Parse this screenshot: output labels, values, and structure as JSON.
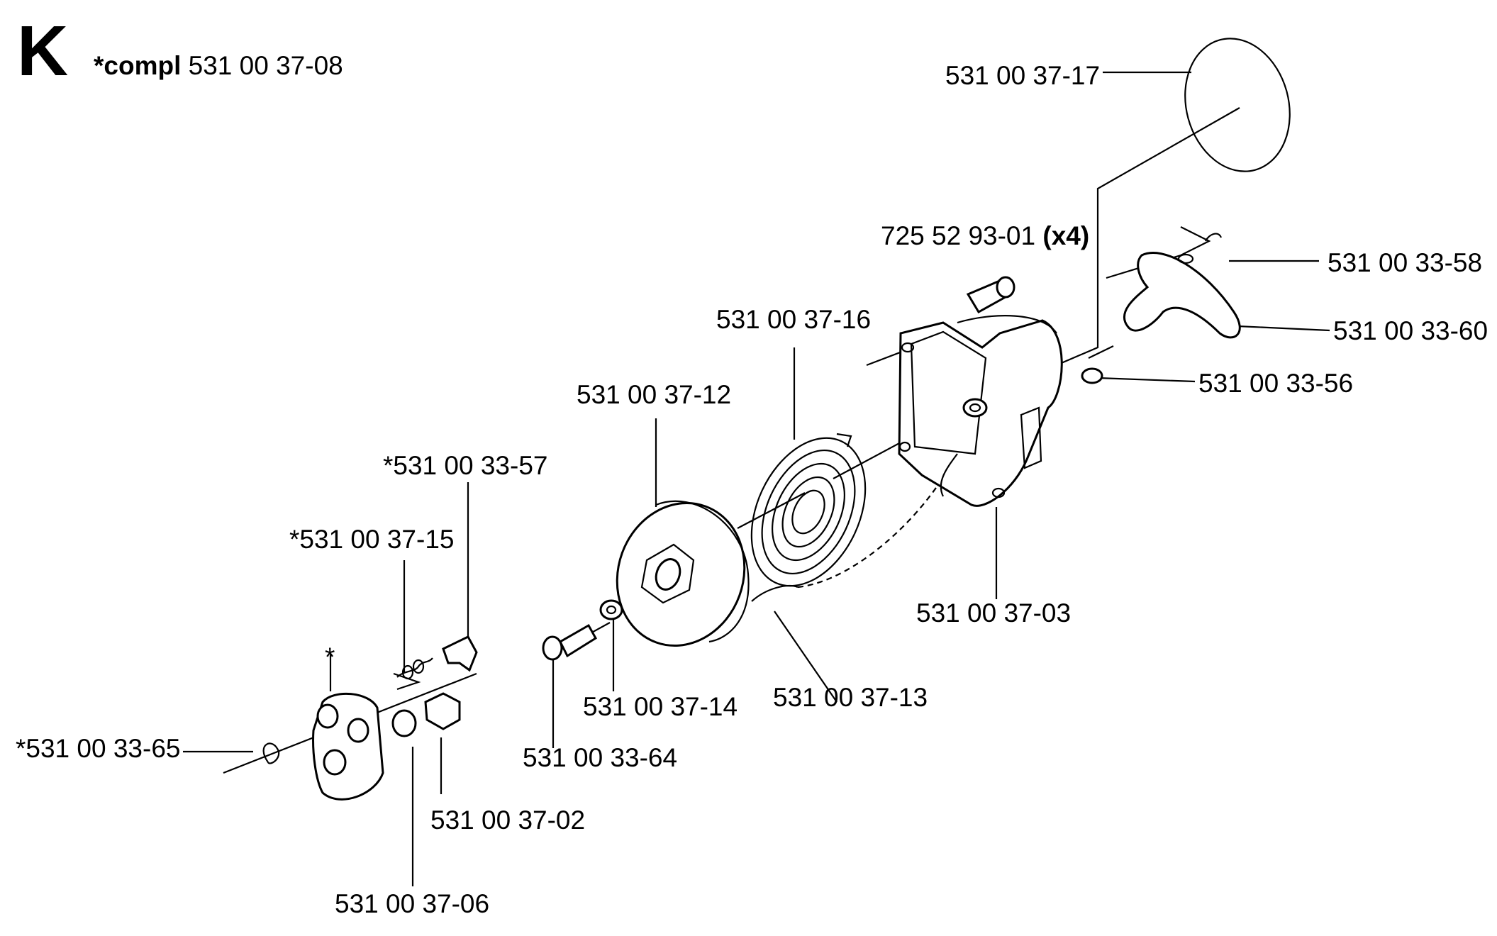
{
  "header": {
    "section_letter": "K",
    "compl_prefix": "*compl",
    "compl_number": "531 00 37-08"
  },
  "parts": {
    "p_37_17": "531 00 37-17",
    "p_725": "725 52 93-01",
    "p_725_qty": "(x4)",
    "p_33_58": "531 00 33-58",
    "p_33_60": "531 00 33-60",
    "p_33_56": "531 00 33-56",
    "p_37_16": "531 00 37-16",
    "p_37_12": "531 00 37-12",
    "p_33_57": "*531 00 33-57",
    "p_37_15": "*531 00 37-15",
    "p_37_03": "531 00 37-03",
    "star": "*",
    "p_33_65": "*531 00 33-65",
    "p_37_14": "531 00 37-14",
    "p_37_13": "531 00 37-13",
    "p_33_64": "531 00 33-64",
    "p_37_02": "531 00 37-02",
    "p_37_06": "531 00 37-06"
  }
}
